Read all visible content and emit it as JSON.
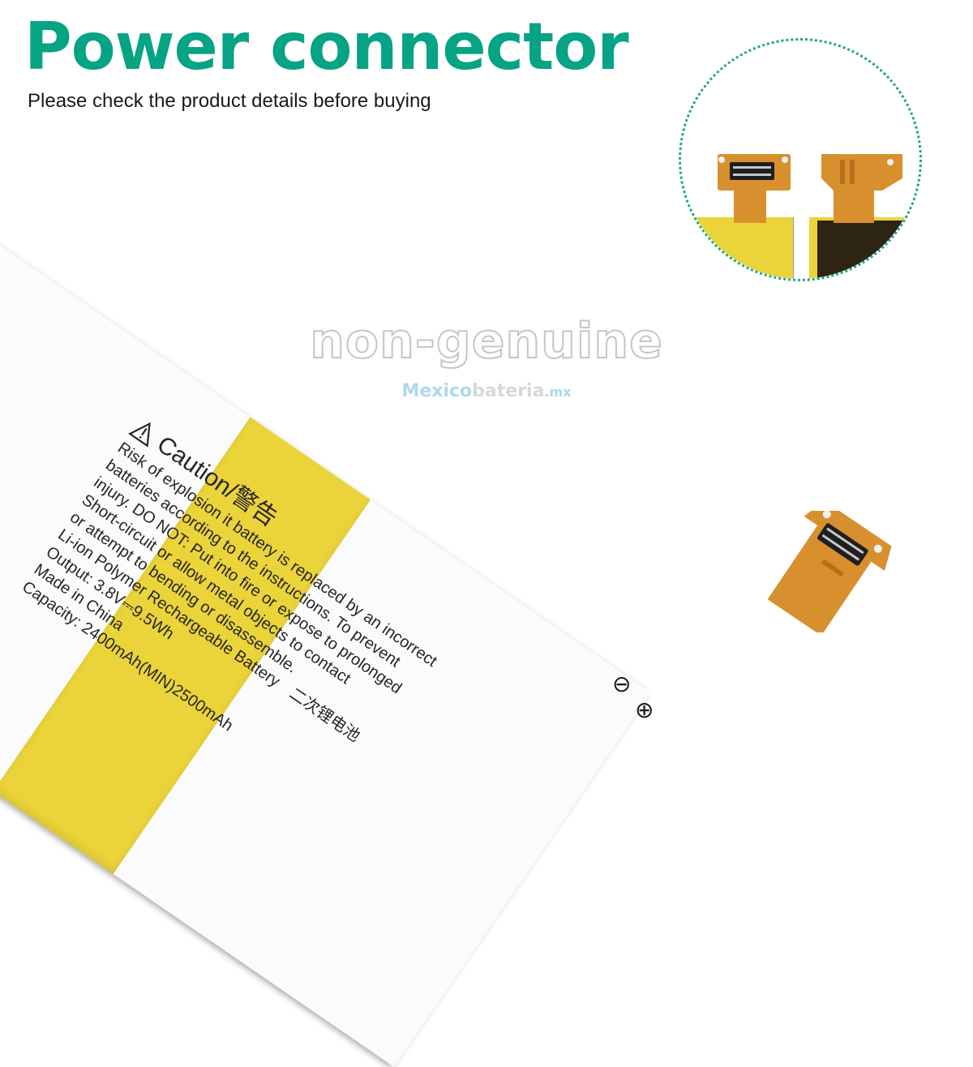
{
  "header": {
    "title": "Power connector",
    "subtitle": "Please check the product details before buying"
  },
  "watermark": {
    "text": "non-genuine",
    "site_part1": "Mexico",
    "site_part2": "bateria",
    "site_part3": ".mx"
  },
  "label": {
    "caution": "Caution/警告",
    "lines": [
      "Risk of explosion it battery is replaced by an incorrect",
      "batteries according to the instructions. To prevent",
      "injury. DO NOT: Put into fire or expose to prolonged",
      "Short-circuit or allow metal objects to contact",
      "or attempt to bending or disassemble.",
      "Li-ion Polymer Rechargeable Battery",
      "Output: 3.8V⎓9.5Wh",
      "Made in China",
      "Capacity: 2400mAh(MIN)2500mAh"
    ],
    "chinese": "二次锂电池"
  },
  "polarity": {
    "negative": "⊖",
    "positive": "⊕"
  },
  "colors": {
    "title_green": "#06a384",
    "yellow": "#ebd43a",
    "flex_orange": "#d8902e",
    "dark_cell": "#2d2414"
  },
  "icons": {
    "caution": "warning-triangle-icon",
    "connector": "flex-connector-icon"
  }
}
